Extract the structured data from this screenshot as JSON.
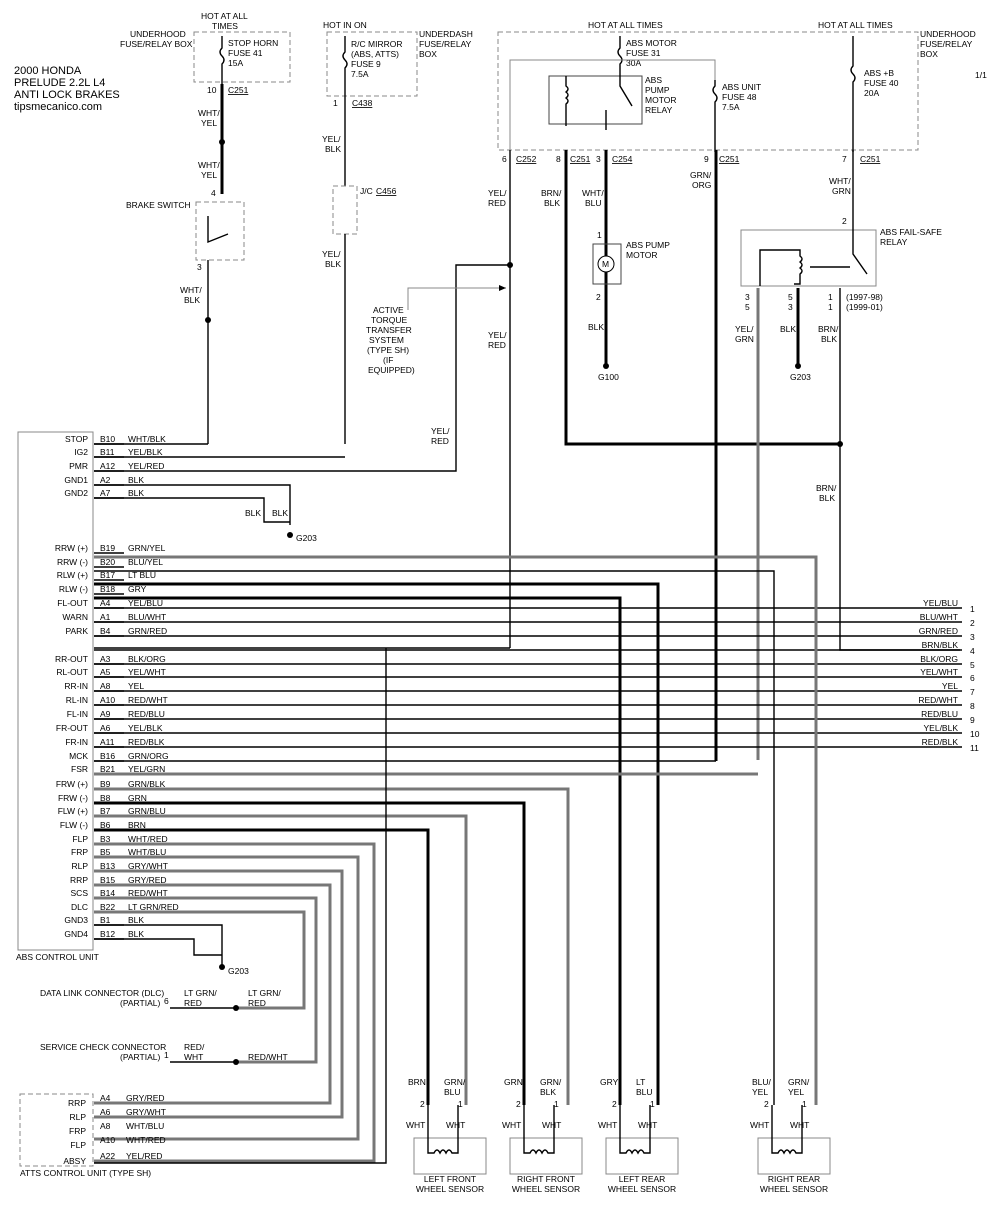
{
  "title": {
    "line1": "2000 HONDA",
    "line2": "PRELUDE 2.2L L4",
    "line3": "ANTI LOCK BRAKES",
    "line4": "tipsmecanico.com"
  },
  "page_number": "1/1",
  "top_labels": {
    "hot_at_all_times_a": "HOT AT ALL",
    "hot_at_all_times_b": "TIMES",
    "hot_in_on": "HOT IN ON",
    "hot_at_all_times_2": "HOT AT ALL TIMES",
    "hot_at_all_times_3": "HOT AT ALL TIMES"
  },
  "fuse_boxes": {
    "underhood_left": [
      "UNDERHOOD",
      "FUSE/RELAY BOX"
    ],
    "underdash": [
      "UNDERDASH",
      "FUSE/RELAY",
      "BOX"
    ],
    "underhood_right": [
      "UNDERHOOD",
      "FUSE/RELAY",
      "BOX"
    ]
  },
  "fuses": {
    "stop_horn": [
      "STOP HORN",
      "FUSE 41",
      "15A"
    ],
    "rc_mirror": [
      "R/C MIRROR",
      "(ABS, ATTS)",
      "FUSE 9",
      "7.5A"
    ],
    "abs_motor": [
      "ABS MOTOR",
      "FUSE 31",
      "30A"
    ],
    "abs_unit": [
      "ABS UNIT",
      "FUSE 48",
      "7.5A"
    ],
    "abs_b": [
      "ABS +B",
      "FUSE 40",
      "20A"
    ]
  },
  "relay_labels": {
    "pump_motor_relay": [
      "ABS",
      "PUMP",
      "MOTOR",
      "RELAY"
    ],
    "fail_safe_relay": [
      "ABS FAIL-SAFE",
      "RELAY"
    ],
    "fail_safe_years": [
      "(1997-98)",
      "(1999-01)"
    ]
  },
  "connectors": {
    "c251": "C251",
    "c438": "C438",
    "c252": "C252",
    "c254": "C254",
    "c456": "C456",
    "jc": "J/C"
  },
  "pins": {
    "p10": "10",
    "p1": "1",
    "p6": "6",
    "p8": "8",
    "p3": "3",
    "p9": "9",
    "p7": "7",
    "p4": "4",
    "p2": "2",
    "p5": "5"
  },
  "wire_labels": {
    "wht": "WHT/",
    "yel": "YEL",
    "blk_l": "BLK",
    "yel_s": "YEL/",
    "red": "RED",
    "brn_s": "BRN/",
    "blu": "BLU",
    "grn_s": "GRN/",
    "org": "ORG",
    "grn": "GRN",
    "blk": "BLK",
    "wht_plain": "WHT",
    "brn": "BRN",
    "gry": "GRY",
    "lt": "LT",
    "blu_s": "BLU/"
  },
  "components": {
    "brake_switch": "BRAKE SWITCH",
    "abs_pump_motor": [
      "ABS PUMP",
      "MOTOR"
    ],
    "active_torque": [
      "ACTIVE",
      "TORQUE",
      "TRANSFER",
      "SYSTEM",
      "(TYPE SH)",
      "(IF",
      "EQUIPPED)"
    ],
    "motor_symbol": "M",
    "abs_control_unit": "ABS CONTROL UNIT",
    "atts_control_unit": "ATTS CONTROL UNIT (TYPE SH)",
    "dlc": [
      "DATA LINK CONNECTOR (DLC)",
      "(PARTIAL)"
    ],
    "service_check": [
      "SERVICE CHECK CONNECTOR",
      "(PARTIAL)"
    ],
    "dlc_wire": [
      "LT GRN/",
      "RED"
    ],
    "scs_wire": [
      "RED/",
      "WHT"
    ],
    "scs_wire2": "RED/WHT"
  },
  "grounds": {
    "g100": "G100",
    "g203": "G203"
  },
  "abs_pins": [
    {
      "name": "STOP",
      "pin": "B10",
      "wire": "WHT/BLK"
    },
    {
      "name": "IG2",
      "pin": "B11",
      "wire": "YEL/BLK"
    },
    {
      "name": "PMR",
      "pin": "A12",
      "wire": "YEL/RED"
    },
    {
      "name": "GND1",
      "pin": "A2",
      "wire": "BLK"
    },
    {
      "name": "GND2",
      "pin": "A7",
      "wire": "BLK"
    },
    {
      "name": "RRW (+)",
      "pin": "B19",
      "wire": "GRN/YEL"
    },
    {
      "name": "RRW (-)",
      "pin": "B20",
      "wire": "BLU/YEL"
    },
    {
      "name": "RLW (+)",
      "pin": "B17",
      "wire": "LT BLU"
    },
    {
      "name": "RLW (-)",
      "pin": "B18",
      "wire": "GRY"
    },
    {
      "name": "FL-OUT",
      "pin": "A4",
      "wire": "YEL/BLU"
    },
    {
      "name": "WARN",
      "pin": "A1",
      "wire": "BLU/WHT"
    },
    {
      "name": "PARK",
      "pin": "B4",
      "wire": "GRN/RED"
    },
    {
      "name": "RR-OUT",
      "pin": "A3",
      "wire": "BLK/ORG"
    },
    {
      "name": "RL-OUT",
      "pin": "A5",
      "wire": "YEL/WHT"
    },
    {
      "name": "RR-IN",
      "pin": "A8",
      "wire": "YEL"
    },
    {
      "name": "RL-IN",
      "pin": "A10",
      "wire": "RED/WHT"
    },
    {
      "name": "FL-IN",
      "pin": "A9",
      "wire": "RED/BLU"
    },
    {
      "name": "FR-OUT",
      "pin": "A6",
      "wire": "YEL/BLK"
    },
    {
      "name": "FR-IN",
      "pin": "A11",
      "wire": "RED/BLK"
    },
    {
      "name": "MCK",
      "pin": "B16",
      "wire": "GRN/ORG"
    },
    {
      "name": "FSR",
      "pin": "B21",
      "wire": "YEL/GRN"
    },
    {
      "name": "FRW (+)",
      "pin": "B9",
      "wire": "GRN/BLK"
    },
    {
      "name": "FRW (-)",
      "pin": "B8",
      "wire": "GRN"
    },
    {
      "name": "FLW (+)",
      "pin": "B7",
      "wire": "GRN/BLU"
    },
    {
      "name": "FLW (-)",
      "pin": "B6",
      "wire": "BRN"
    },
    {
      "name": "FLP",
      "pin": "B3",
      "wire": "WHT/RED"
    },
    {
      "name": "FRP",
      "pin": "B5",
      "wire": "WHT/BLU"
    },
    {
      "name": "RLP",
      "pin": "B13",
      "wire": "GRY/WHT"
    },
    {
      "name": "RRP",
      "pin": "B15",
      "wire": "GRY/RED"
    },
    {
      "name": "SCS",
      "pin": "B14",
      "wire": "RED/WHT"
    },
    {
      "name": "DLC",
      "pin": "B22",
      "wire": "LT GRN/RED"
    },
    {
      "name": "GND3",
      "pin": "B1",
      "wire": "BLK"
    },
    {
      "name": "GND4",
      "pin": "B12",
      "wire": "BLK"
    }
  ],
  "right_outputs": [
    {
      "wire": "YEL/BLU",
      "num": "1"
    },
    {
      "wire": "BLU/WHT",
      "num": "2"
    },
    {
      "wire": "GRN/RED",
      "num": "3"
    },
    {
      "wire": "BRN/BLK",
      "num": "4"
    },
    {
      "wire": "BLK/ORG",
      "num": "5"
    },
    {
      "wire": "YEL/WHT",
      "num": "6"
    },
    {
      "wire": "YEL",
      "num": "7"
    },
    {
      "wire": "RED/WHT",
      "num": "8"
    },
    {
      "wire": "RED/BLU",
      "num": "9"
    },
    {
      "wire": "YEL/BLK",
      "num": "10"
    },
    {
      "wire": "RED/BLK",
      "num": "11"
    }
  ],
  "atts_pins": [
    {
      "name": "RRP",
      "pin": "A4",
      "wire": "GRY/RED"
    },
    {
      "name": "RLP",
      "pin": "A6",
      "wire": "GRY/WHT"
    },
    {
      "name": "FRP",
      "pin": "A8",
      "wire": "WHT/BLU"
    },
    {
      "name": "FLP",
      "pin": "A10",
      "wire": "WHT/RED"
    },
    {
      "name": "ABSY",
      "pin": "A22",
      "wire": "YEL/RED"
    }
  ],
  "sensors": [
    {
      "name": [
        "LEFT FRONT",
        "WHEEL SENSOR"
      ],
      "w1": [
        "BRN"
      ],
      "w2": [
        "GRN/",
        "BLU"
      ]
    },
    {
      "name": [
        "RIGHT FRONT",
        "WHEEL SENSOR"
      ],
      "w1": [
        "GRN"
      ],
      "w2": [
        "GRN/",
        "BLK"
      ]
    },
    {
      "name": [
        "LEFT REAR",
        "WHEEL SENSOR"
      ],
      "w1": [
        "GRY"
      ],
      "w2": [
        "LT",
        "BLU"
      ]
    },
    {
      "name": [
        "RIGHT REAR",
        "WHEEL SENSOR"
      ],
      "w1": [
        "BLU/",
        "YEL"
      ],
      "w2": [
        "GRN/",
        "YEL"
      ]
    }
  ]
}
